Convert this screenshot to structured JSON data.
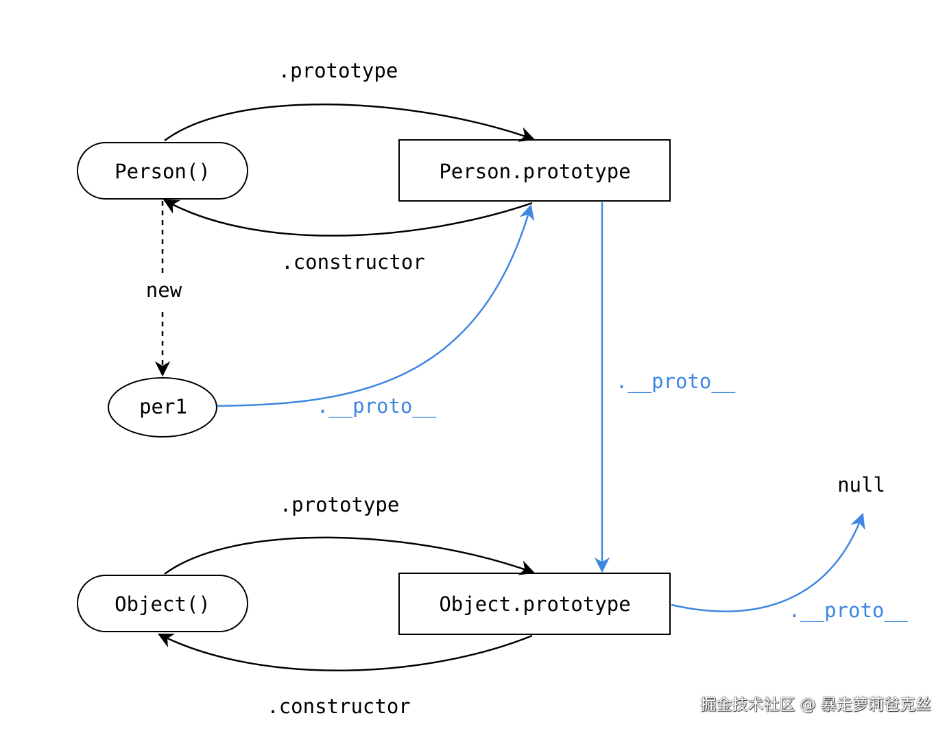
{
  "nodes": {
    "person_fn": "Person()",
    "person_proto": "Person.prototype",
    "per1": "per1",
    "object_fn": "Object()",
    "object_proto": "Object.prototype",
    "null_label": "null"
  },
  "edges": {
    "person_prototype": ".prototype",
    "person_constructor": ".constructor",
    "new": "new",
    "per1_proto": ".__proto__",
    "personproto_proto": ".__proto__",
    "object_prototype": ".prototype",
    "object_constructor": ".constructor",
    "objectproto_proto": ".__proto__"
  },
  "colors": {
    "black": "#000000",
    "blue": "#3d87e0"
  },
  "watermark": "掘金技术社区 @ 暴走萝莉爸克丝"
}
